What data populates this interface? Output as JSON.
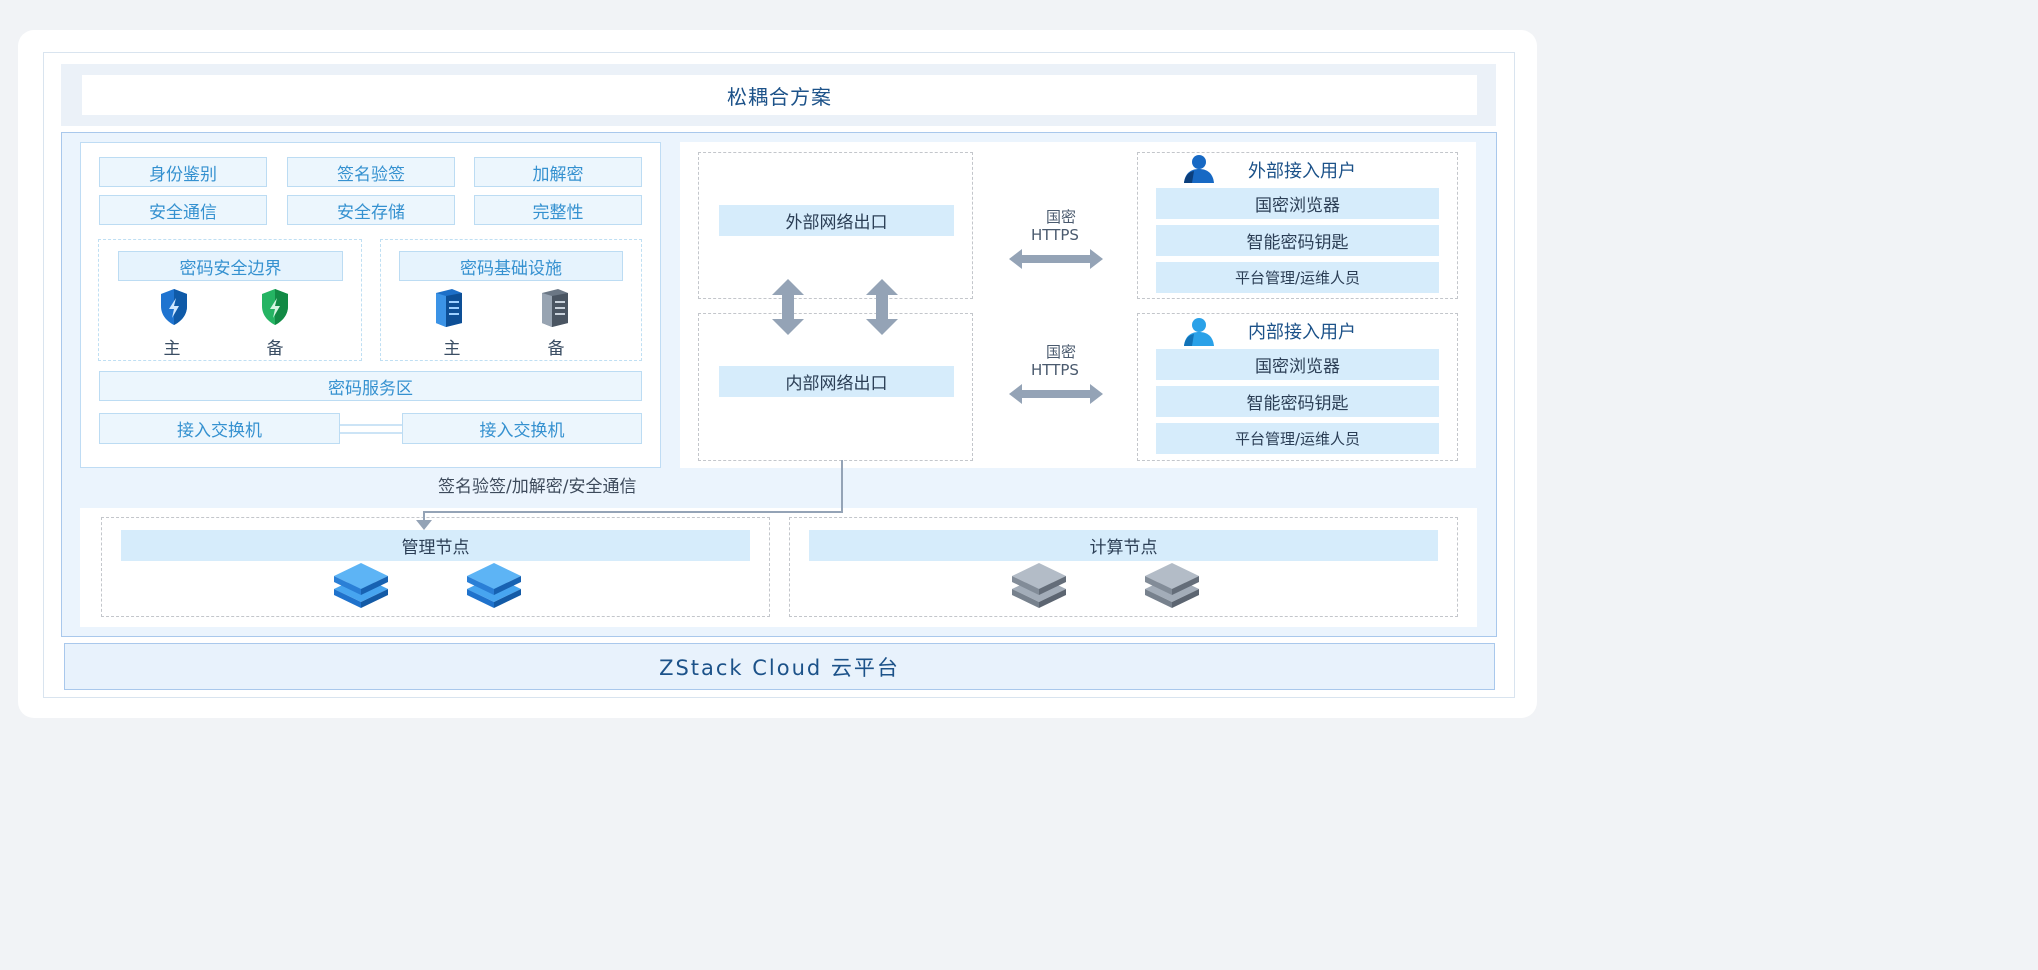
{
  "title": "松耦合方案",
  "features": [
    "身份鉴别",
    "签名验签",
    "加解密",
    "安全通信",
    "安全存储",
    "完整性"
  ],
  "zones": {
    "boundary": {
      "label": "密码安全边界",
      "primary": "主",
      "backup": "备"
    },
    "infra": {
      "label": "密码基础设施",
      "primary": "主",
      "backup": "备"
    }
  },
  "service_zone": "密码服务区",
  "switches": [
    "接入交换机",
    "接入交换机"
  ],
  "egress": {
    "external": "外部网络出口",
    "internal": "内部网络出口"
  },
  "protocol": {
    "line1": "国密",
    "line2": "HTTPS"
  },
  "users": {
    "external": {
      "title": "外部接入用户",
      "items": [
        "国密浏览器",
        "智能密码钥匙",
        "平台管理/运维人员"
      ]
    },
    "internal": {
      "title": "内部接入用户",
      "items": [
        "国密浏览器",
        "智能密码钥匙",
        "平台管理/运维人员"
      ]
    }
  },
  "edge_label": "签名验签/加解密/安全通信",
  "nodes": {
    "management": "管理节点",
    "compute": "计算节点"
  },
  "platform": "ZStack Cloud 云平台",
  "colors": {
    "accent": "#1c5289",
    "feature_text": "#3591d0",
    "light_blue": "#d6ecfb",
    "arrow": "#94a3b6"
  }
}
